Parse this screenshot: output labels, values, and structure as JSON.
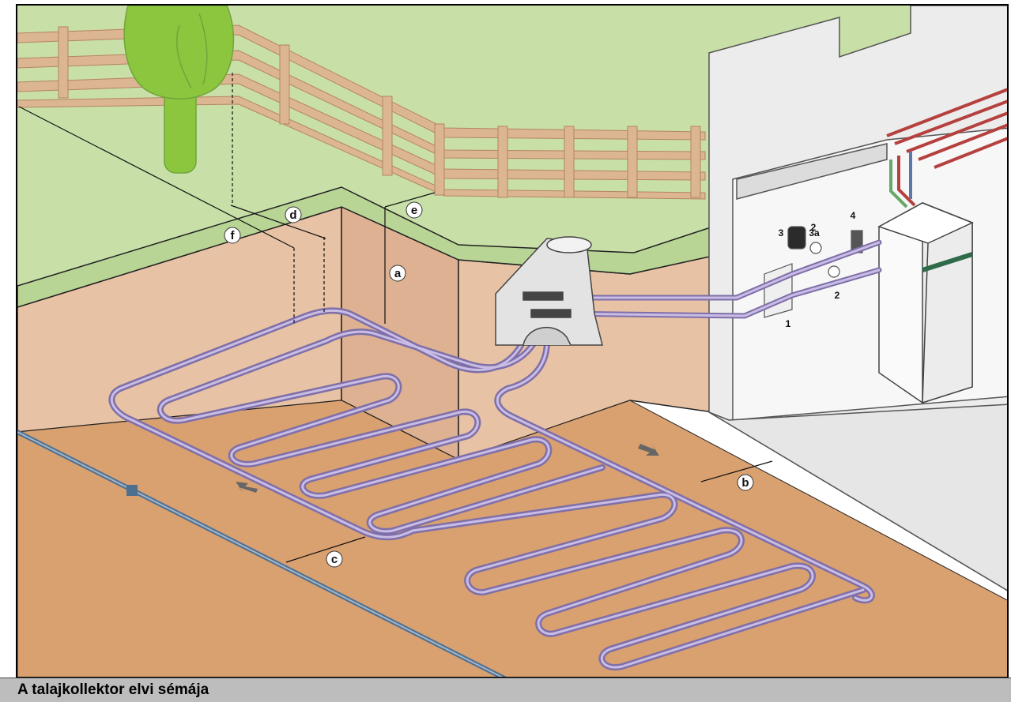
{
  "figure": {
    "caption": "A talajkollektor elvi sémája",
    "dimension_labels": [
      "a",
      "b",
      "c",
      "d",
      "e",
      "f"
    ],
    "component_labels": [
      "1",
      "2",
      "2",
      "3",
      "3a",
      "4"
    ]
  },
  "colors": {
    "lawn": "#c8dfa8",
    "soil_wall": "#e5bfa0",
    "soil_floor": "#d9a070",
    "pipe": "#b7a9d6",
    "house_wall": "#ededed",
    "fence": "#d9b490",
    "tree": "#8cc63f",
    "caption_bar": "#bdbdbd"
  }
}
